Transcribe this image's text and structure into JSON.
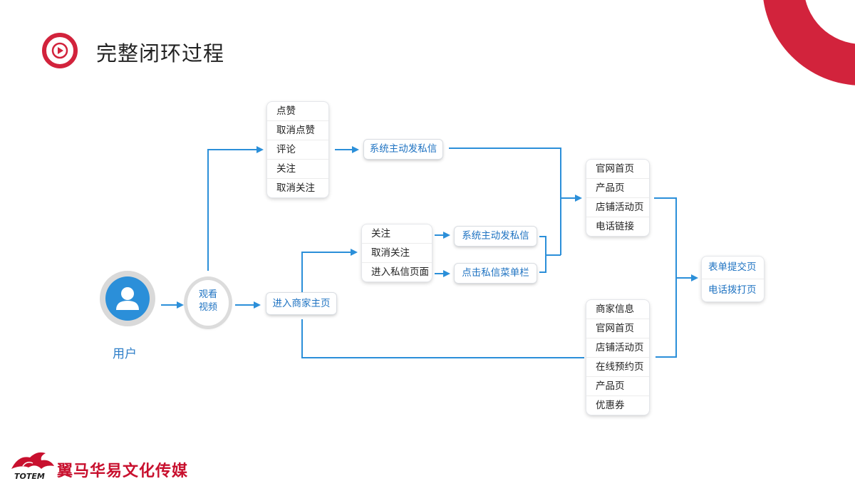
{
  "slide": {
    "title": "完整闭环过程",
    "brand": {
      "name": "翼马华易文化传媒",
      "logo_text": "TOTEM"
    }
  },
  "colors": {
    "accent_red": "#d2233c",
    "flow_blue": "#2b8fd9",
    "link_blue": "#1f73c2"
  },
  "diagram": {
    "user_label": "用户",
    "watch_video": [
      "观看",
      "视频"
    ],
    "interactions": [
      "点赞",
      "取消点赞",
      "评论",
      "关注",
      "取消关注"
    ],
    "system_dm_1": "系统主动发私信",
    "merchant_home": "进入商家主页",
    "follow_actions": [
      "关注",
      "取消关注",
      "进入私信页面"
    ],
    "system_dm_2": "系统主动发私信",
    "dm_menu": "点击私信菜单栏",
    "landing_pages": [
      "官网首页",
      "产品页",
      "店铺活动页",
      "电话链接"
    ],
    "merchant_info": [
      "商家信息",
      "官网首页",
      "店铺活动页",
      "在线预约页",
      "产品页",
      "优惠券"
    ],
    "conversion": [
      "表单提交页",
      "电话拨打页"
    ]
  }
}
